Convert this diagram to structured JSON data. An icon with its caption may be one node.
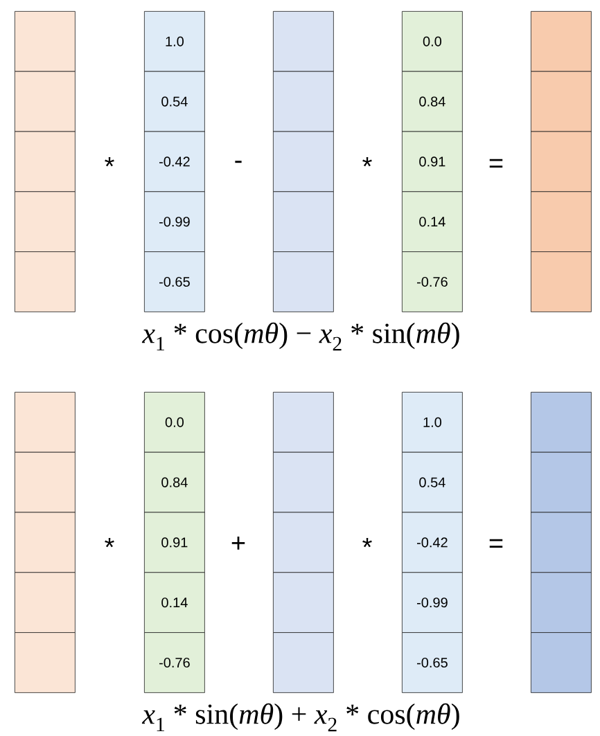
{
  "diagram": {
    "nodes": [
      {
        "text": [],
        "shape": "box"
      },
      {
        "text": [],
        "shape": "box"
      },
      {
        "text": [],
        "shape": "box"
      },
      {
        "text": [],
        "shape": "box"
      },
      {
        "text": [],
        "shape": "box"
      },
      {
        "text": [
          "1.0"
        ]
      },
      {
        "text": [
          "0.54"
        ]
      },
      {
        "text": [
          "-0.42"
        ]
      },
      {
        "text": [
          "-0.99"
        ]
      },
      {
        "text": [
          "-0.65"
        ]
      },
      {
        "text": [],
        "shape": "box"
      },
      {
        "text": [],
        "shape": "box"
      },
      {
        "text": [],
        "shape": "box"
      },
      {
        "text": [],
        "shape": "box"
      },
      {
        "text": [],
        "shape": "box"
      },
      {
        "text": [
          "0.0"
        ]
      },
      {
        "text": [
          "0.84"
        ]
      },
      {
        "text": [
          "0.91"
        ]
      },
      {
        "text": [
          "0.14"
        ]
      },
      {
        "text": [
          "-0.76"
        ]
      },
      {
        "text": [],
        "shape": "box"
      },
      {
        "text": [],
        "shape": "box"
      },
      {
        "text": [],
        "shape": "box"
      },
      {
        "text": [],
        "shape": "box"
      },
      {
        "text": [],
        "shape": "box"
      },
      {
        "text": [],
        "shape": "box"
      },
      {
        "text": [],
        "shape": "box"
      },
      {
        "text": [],
        "shape": "box"
      },
      {
        "text": [],
        "shape": "box"
      },
      {
        "text": [],
        "shape": "box"
      },
      {
        "text": [
          "0.0"
        ]
      },
      {
        "text": [
          "0.84"
        ]
      },
      {
        "text": [
          "0.91"
        ]
      },
      {
        "text": [
          "0.14"
        ]
      },
      {
        "text": [
          "-0.76"
        ]
      },
      {
        "text": [],
        "shape": "box"
      },
      {
        "text": [],
        "shape": "box"
      },
      {
        "text": [],
        "shape": "box"
      },
      {
        "text": [],
        "shape": "box"
      },
      {
        "text": [],
        "shape": "box"
      },
      {
        "text": [
          "1.0"
        ]
      },
      {
        "text": [
          "0.54"
        ]
      },
      {
        "text": [
          "-0.42"
        ]
      },
      {
        "text": [
          "-0.99"
        ]
      },
      {
        "text": [
          "-0.65"
        ]
      },
      {
        "text": [],
        "shape": "box"
      },
      {
        "text": [],
        "shape": "box"
      },
      {
        "text": [],
        "shape": "box"
      },
      {
        "text": [],
        "shape": "box"
      },
      {
        "text": [],
        "shape": "box"
      }
    ],
    "labels": [
      "*",
      "-",
      "*",
      "=",
      "*x*$_{1}$ * cos(*mθ*) − *x*$_{2}$ * sin(*mθ*)",
      "*",
      "+",
      "*",
      "=",
      "*x*$_{1}$ * sin(*mθ*) + *x*$_{2}$ * cos(*mθ*)"
    ]
  }
}
